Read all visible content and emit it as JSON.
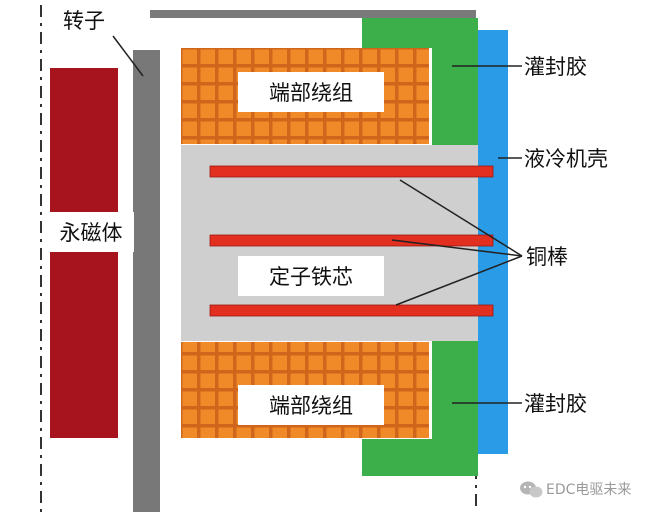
{
  "colors": {
    "magnet": "#A8141E",
    "rotor": "#787878",
    "coil_fill": "#F08A28",
    "coil_grid": "#D0661C",
    "stator_core": "#CFCFCF",
    "copper_bar": "#E32F1F",
    "potting": "#3CAF4B",
    "housing": "#2A9BE6",
    "line": "#222222",
    "label_box": "#FFFFFF"
  },
  "labels": {
    "rotor": "转子",
    "magnet": "永磁体",
    "end_winding_top": "端部绕组",
    "end_winding_bottom": "端部绕组",
    "stator_core": "定子铁芯",
    "potting_top": "灌封胶",
    "potting_bottom": "灌封胶",
    "liquid_cooled_housing": "液冷机壳",
    "copper_bars": "铜棒"
  },
  "watermark": {
    "text": "EDC电驱未来",
    "icon": "wechat-icon"
  }
}
